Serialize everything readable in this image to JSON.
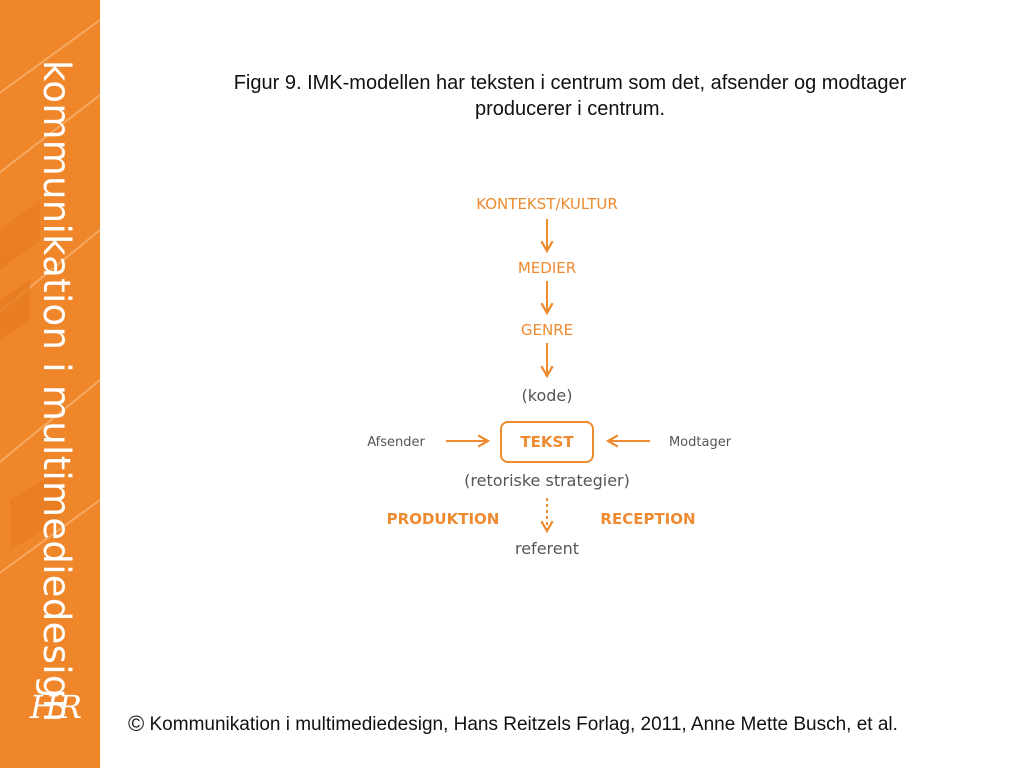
{
  "sidebar": {
    "title": "kommunikation i multimediedesign",
    "logo": "HR",
    "background_color": "#f0862a"
  },
  "caption": {
    "line1": "Figur 9. IMK-modellen har teksten i centrum som det, afsender og modtager",
    "line2": "producerer i centrum."
  },
  "diagram": {
    "accent_color": "#ee8a2f",
    "text_gray": "#555555",
    "nodes": {
      "kontekst": "KONTEKST/KULTUR",
      "medier": "MEDIER",
      "genre": "GENRE",
      "kode": "(kode)",
      "afsender": "Afsender",
      "tekst": "TEKST",
      "modtager": "Modtager",
      "retoriske": "(retoriske strategier)",
      "produktion": "PRODUKTION",
      "reception": "RECEPTION",
      "referent": "referent"
    }
  },
  "footer": {
    "copyright_symbol": "©",
    "text": " Kommunikation i multimediedesign, Hans Reitzels Forlag, 2011, Anne Mette Busch, et al."
  }
}
